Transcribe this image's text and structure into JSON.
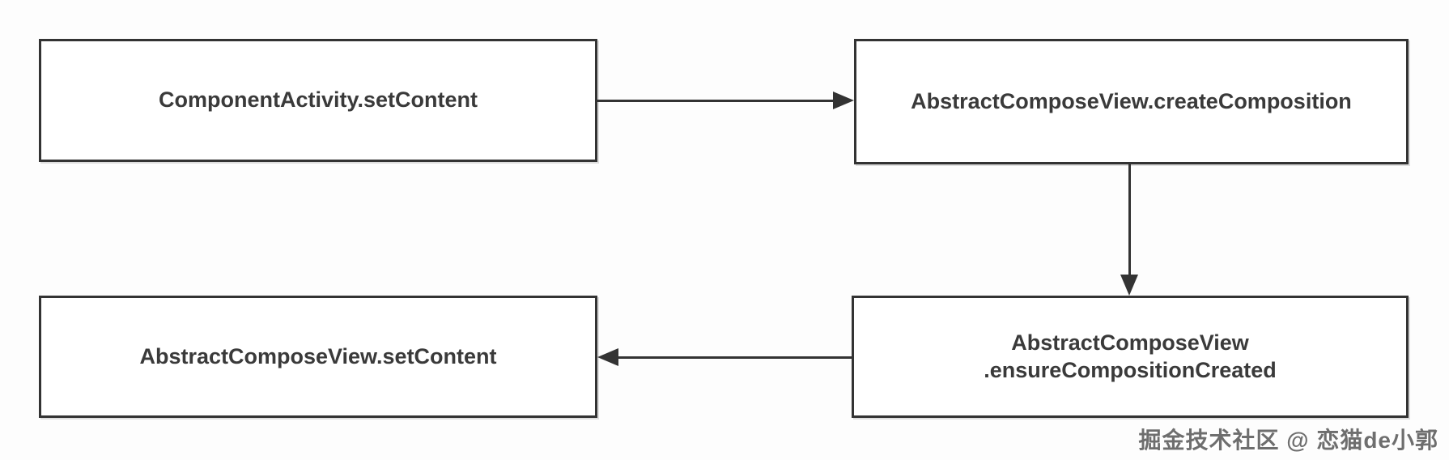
{
  "diagram": {
    "type": "flowchart",
    "background_color": "#fdfdfd",
    "node_border_color": "#333333",
    "node_fill_color": "#ffffff",
    "node_text_color": "#3a3a3a",
    "arrow_color": "#333333",
    "nodes": [
      {
        "id": "component-activity-set-content",
        "label": "ComponentActivity.setContent"
      },
      {
        "id": "abstract-compose-view-create-composition",
        "label": "AbstractComposeView.createComposition"
      },
      {
        "id": "abstract-compose-view-ensure-composition-created",
        "label": "AbstractComposeView\n.ensureCompositionCreated"
      },
      {
        "id": "abstract-compose-view-set-content",
        "label": "AbstractComposeView.setContent"
      }
    ],
    "edges": [
      {
        "from": "ComponentActivity.setContent",
        "to": "AbstractComposeView.createComposition",
        "direction": "right"
      },
      {
        "from": "AbstractComposeView.createComposition",
        "to": "AbstractComposeView.ensureCompositionCreated",
        "direction": "down"
      },
      {
        "from": "AbstractComposeView.ensureCompositionCreated",
        "to": "AbstractComposeView.setContent",
        "direction": "left"
      }
    ]
  },
  "watermark": {
    "text": "掘金技术社区 @ 恋猫de小郭",
    "color": "#6e6e6e"
  }
}
